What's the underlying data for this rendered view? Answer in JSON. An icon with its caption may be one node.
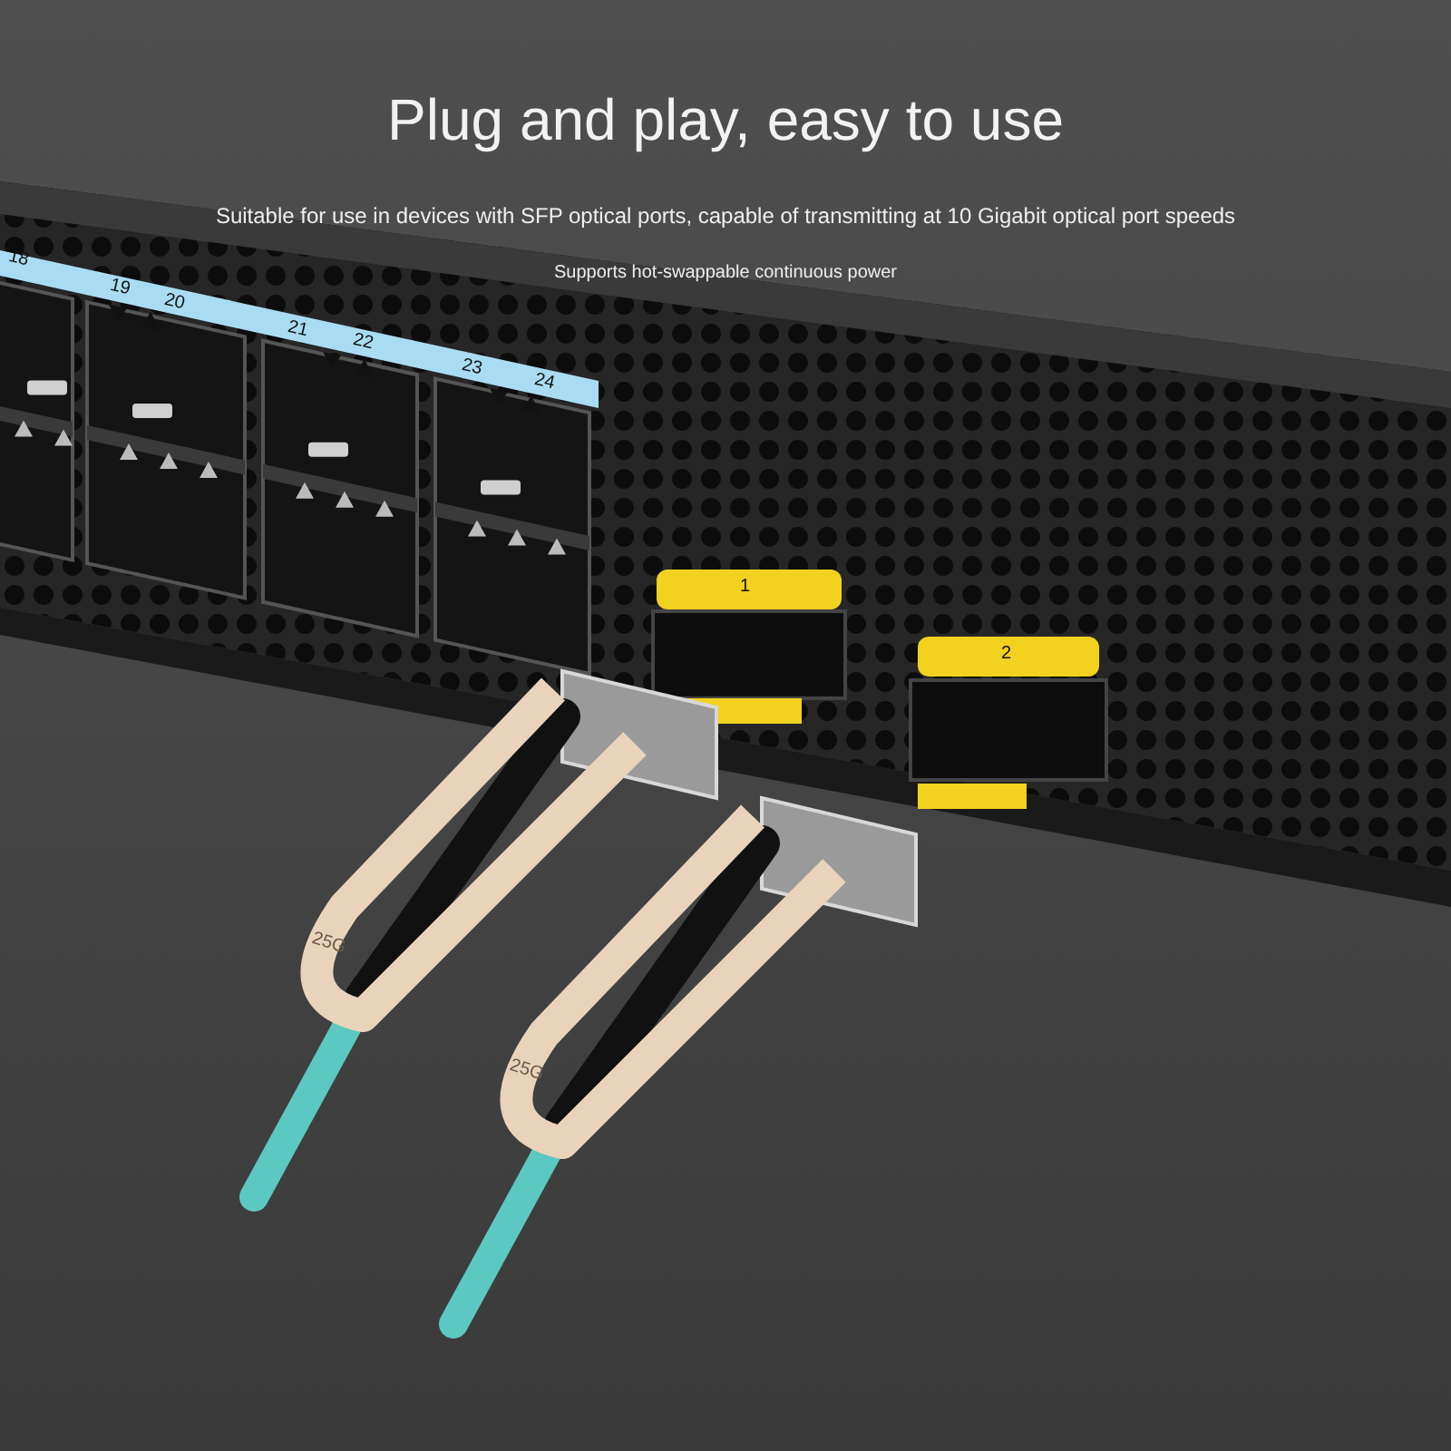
{
  "diagram": {
    "title": "Plug and play, easy to use",
    "labels": [
      "Suitable for use in devices with SFP optical ports, capable of transmitting at 10 Gigabit optical port speeds",
      "Supports hot-swappable continuous power",
      "18",
      "19",
      "20",
      "21",
      "22",
      "23",
      "24",
      "1",
      "2",
      "25G",
      "25G"
    ]
  }
}
